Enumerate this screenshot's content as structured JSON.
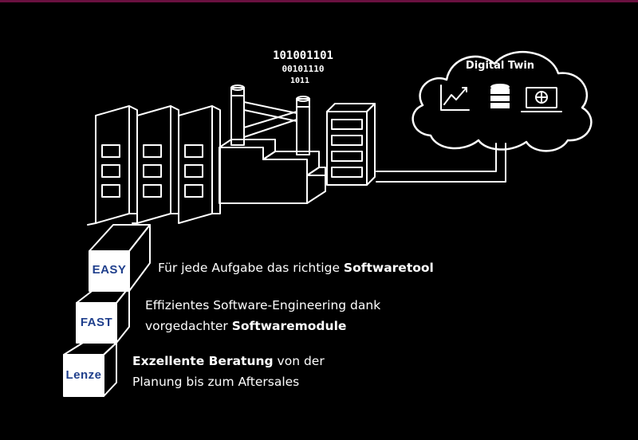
{
  "digital_twin": {
    "title": "Digital Twin",
    "icons": [
      "line-chart-icon",
      "database-icon",
      "laptop-globe-icon"
    ]
  },
  "binary": [
    "101001101",
    "00101110",
    "1011"
  ],
  "steps": [
    {
      "label": "EASY",
      "text_pre": "Für jede Aufgabe das richtige ",
      "text_bold": "Softwaretool"
    },
    {
      "label": "FAST",
      "line1": "Effizientes Software-Engineering dank",
      "line2_pre": "vorgedachter ",
      "line2_bold": "Softwaremodule"
    },
    {
      "label": "Lenze",
      "line1_bold": "Exzellente Beratung",
      "line1_post": " von der",
      "line2": "Planung bis zum Aftersales"
    }
  ],
  "colors": {
    "background": "#000000",
    "line": "#ffffff",
    "cube_label": "#1f3f8c",
    "top_accent": "#6a1040"
  }
}
